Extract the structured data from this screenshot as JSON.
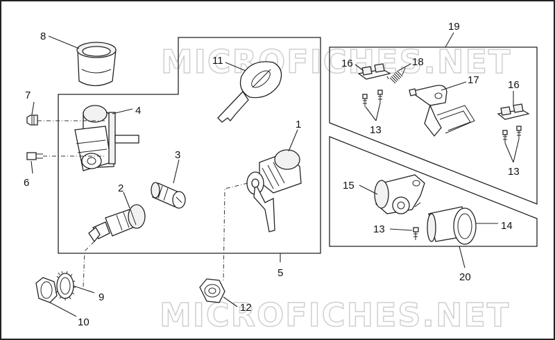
{
  "watermarks": [
    "MICROFICHES.NET",
    "MICROFICHES.NET"
  ],
  "callouts": {
    "c1": "1",
    "c2": "2",
    "c3": "3",
    "c4": "4",
    "c5": "5",
    "c6": "6",
    "c7": "7",
    "c8": "8",
    "c9": "9",
    "c10": "10",
    "c11": "11",
    "c12": "12",
    "c13a": "13",
    "c13b": "13",
    "c13c": "13",
    "c14": "14",
    "c15": "15",
    "c16a": "16",
    "c16b": "16",
    "c17": "17",
    "c18": "18",
    "c19": "19",
    "c20": "20"
  }
}
